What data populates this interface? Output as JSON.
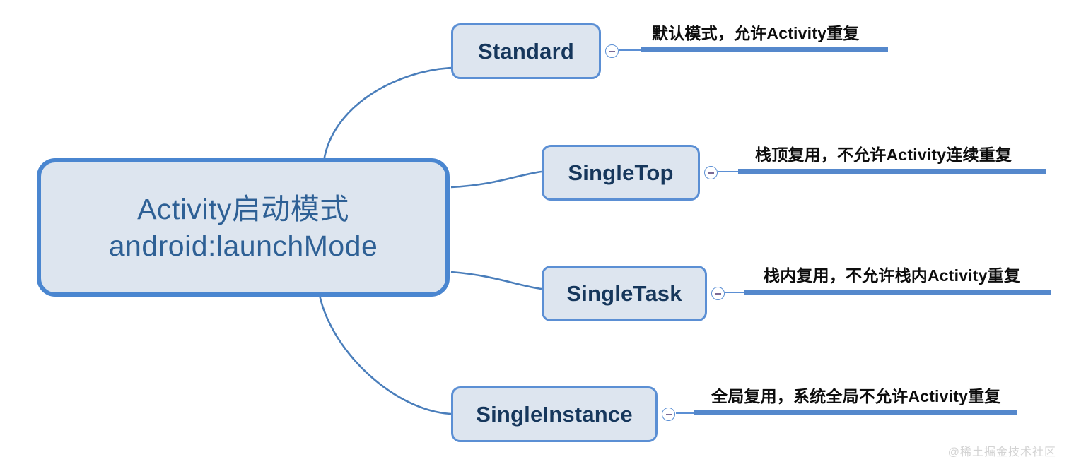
{
  "diagram": {
    "type": "mind-map",
    "title": "Activity启动模式 android:launchMode",
    "background_color": "#ffffff",
    "colors": {
      "node_fill": "#dde5ef",
      "node_border": "#5b8fd4",
      "root_border": "#4a86d0",
      "root_text": "#2e6095",
      "branch_text": "#16375c",
      "leaf_text": "#0d0d0d",
      "rule": "#5588cc",
      "connector": "#4a7ebb",
      "watermark": "#d3d3d3"
    }
  },
  "root": {
    "line1": "Activity启动模式",
    "line2": "android:launchMode"
  },
  "branches": [
    {
      "id": "standard",
      "label": "Standard",
      "toggle_icon": "minus-icon",
      "toggle_state": "expanded",
      "description": "默认模式，允许Activity重复"
    },
    {
      "id": "singletop",
      "label": "SingleTop",
      "toggle_icon": "minus-icon",
      "toggle_state": "expanded",
      "description": "栈顶复用，不允许Activity连续重复"
    },
    {
      "id": "singletask",
      "label": "SingleTask",
      "toggle_icon": "minus-icon",
      "toggle_state": "expanded",
      "description": "栈内复用，不允许栈内Activity重复"
    },
    {
      "id": "singleinstance",
      "label": "SingleInstance",
      "toggle_icon": "minus-icon",
      "toggle_state": "expanded",
      "description": "全局复用，系统全局不允许Activity重复"
    }
  ],
  "watermark": {
    "text": "@稀土掘金技术社区"
  }
}
